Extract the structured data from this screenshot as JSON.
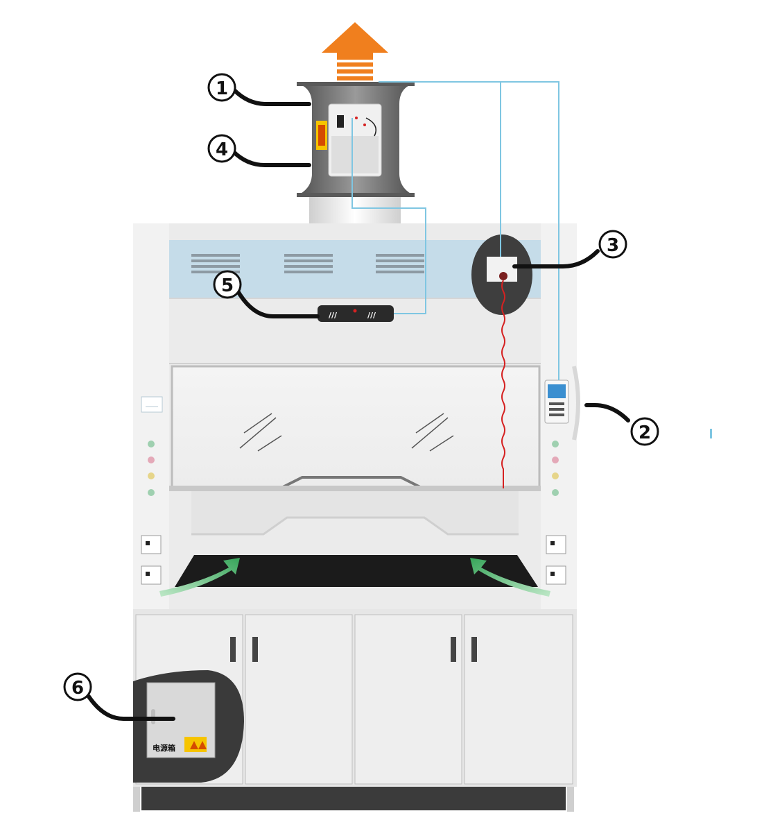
{
  "diagram": {
    "callouts": [
      {
        "id": "1",
        "label": "①"
      },
      {
        "id": "2",
        "label": "②"
      },
      {
        "id": "3",
        "label": "③"
      },
      {
        "id": "4",
        "label": "④"
      },
      {
        "id": "5",
        "label": "⑤"
      },
      {
        "id": "6",
        "label": "⑥"
      }
    ],
    "electrical_box_label": "电源箱",
    "colors": {
      "exhaust_arrow": "#f07f1e",
      "intake_arrow": "#3cae5a",
      "signal_wire": "#7fc6e2",
      "sensor_wire": "#d52121",
      "hood_body": "#ebebeb",
      "duct_band": "#6d6d6d",
      "vent_panel": "#c5dce9",
      "work_surface": "#1b1b1b",
      "base_plinth": "#3b3b3b"
    }
  }
}
